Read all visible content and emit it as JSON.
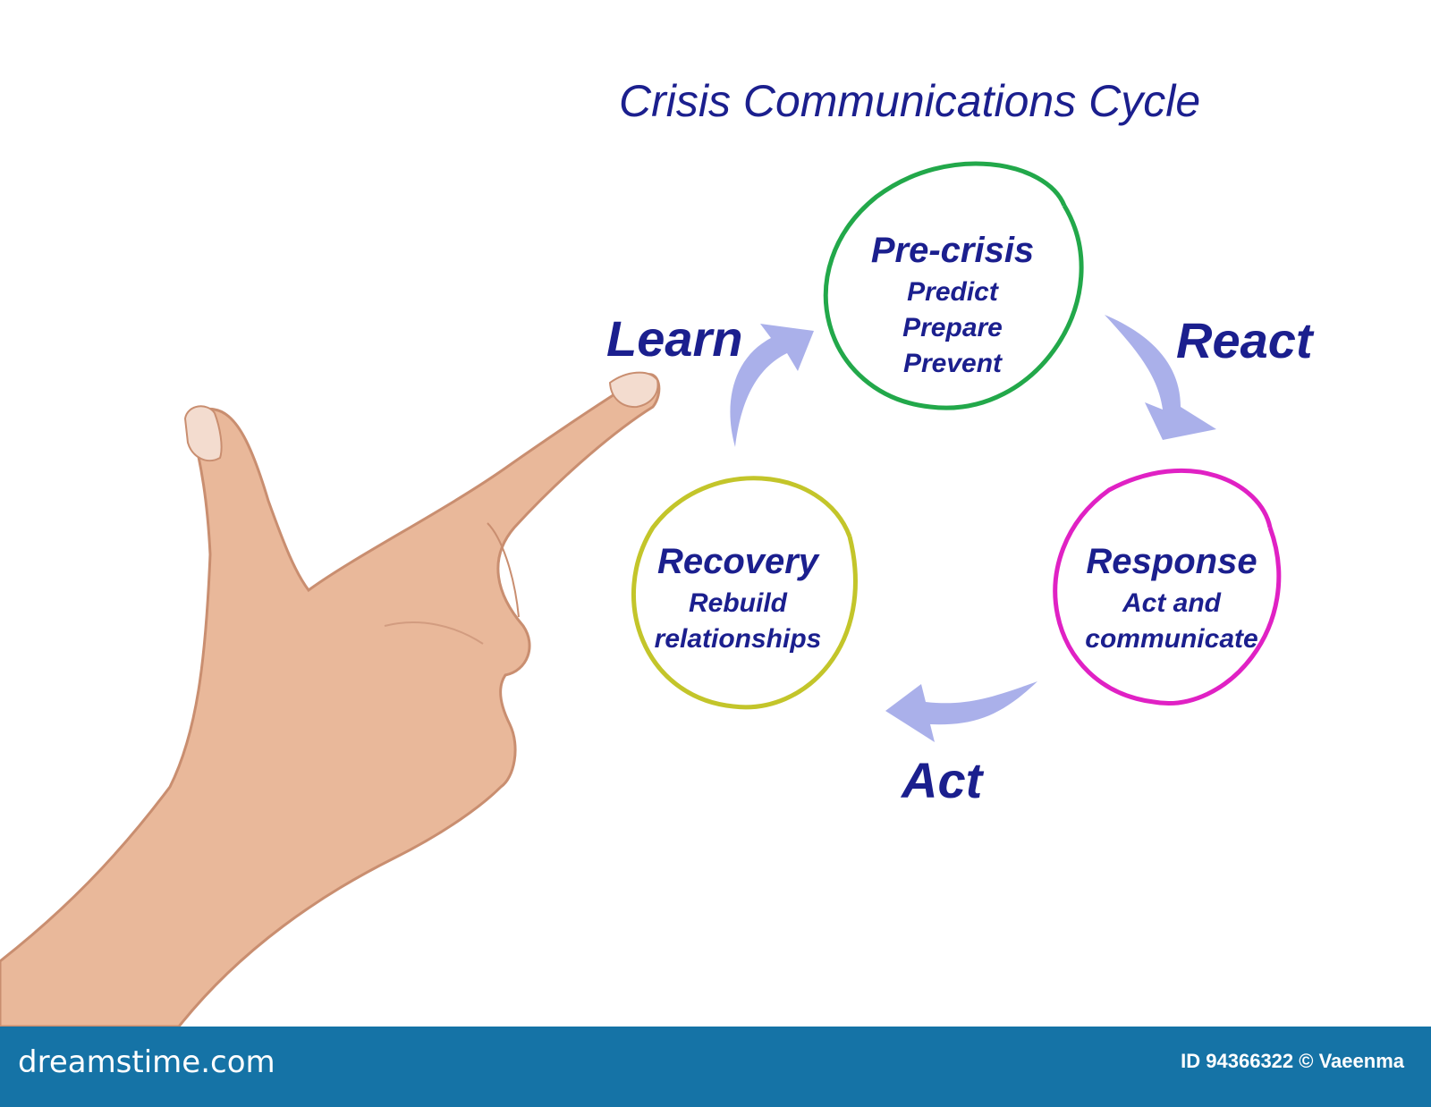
{
  "title": "Crisis Communications Cycle",
  "nodes": [
    {
      "id": "pre-crisis",
      "title": "Pre-crisis",
      "lines": [
        "Predict",
        "Prepare",
        "Prevent"
      ],
      "color": "#22a84a"
    },
    {
      "id": "response",
      "title": "Response",
      "lines": [
        "Act and",
        "communicate"
      ],
      "color": "#e021c4"
    },
    {
      "id": "recovery",
      "title": "Recovery",
      "lines": [
        "Rebuild",
        "relationships"
      ],
      "color": "#c3c52a"
    }
  ],
  "transitions": [
    {
      "label": "React",
      "from": "pre-crisis",
      "to": "response"
    },
    {
      "label": "Act",
      "from": "response",
      "to": "recovery"
    },
    {
      "label": "Learn",
      "from": "recovery",
      "to": "pre-crisis"
    }
  ],
  "colors": {
    "text": "#1b1f8e",
    "arrow": "#aab0ea",
    "footer": "#1573a6"
  },
  "footer": {
    "brand": "dreamstime.com",
    "credit": "ID 94366322 © Vaeenma"
  }
}
